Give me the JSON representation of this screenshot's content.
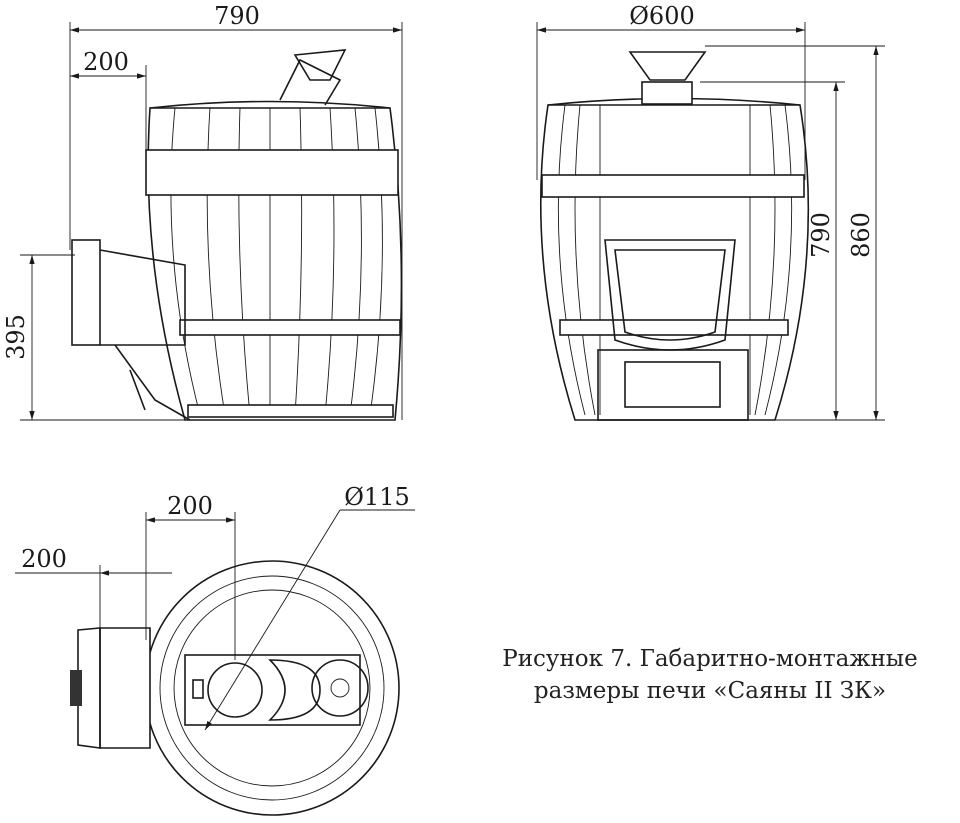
{
  "colors": {
    "line": "#1a1a1a",
    "background": "#ffffff"
  },
  "side_view": {
    "width": "790",
    "firebox_offset": "200",
    "firebox_height": "395"
  },
  "front_view": {
    "diameter": "Ø600",
    "body_height": "790",
    "total_height": "860"
  },
  "top_view": {
    "offset_a": "200",
    "offset_b": "200",
    "flue_diameter": "Ø115"
  },
  "caption": {
    "line1": "Рисунок 7. Габаритно-монтажные",
    "line2": "размеры печи «Саяны II ЗК»"
  }
}
